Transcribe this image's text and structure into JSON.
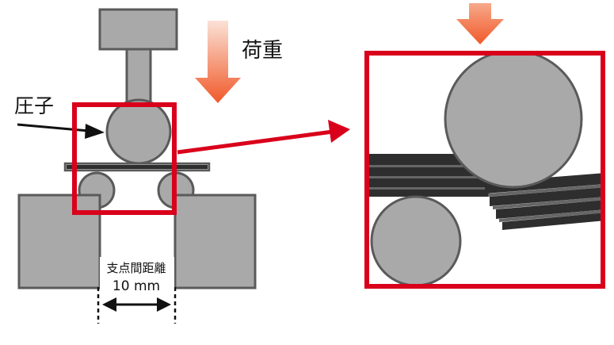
{
  "labels": {
    "load": "荷重",
    "indenter": "圧子",
    "span_title": "支点間距離",
    "span_value": "10 mm"
  },
  "colors": {
    "frame_red": "#d9001b",
    "gray_fill": "#a9a9a9",
    "outline": "#5a5a5a",
    "specimen": "#2e2e2e",
    "arrow_top": "#fbe2d6",
    "arrow_bottom": "#f0592a"
  }
}
